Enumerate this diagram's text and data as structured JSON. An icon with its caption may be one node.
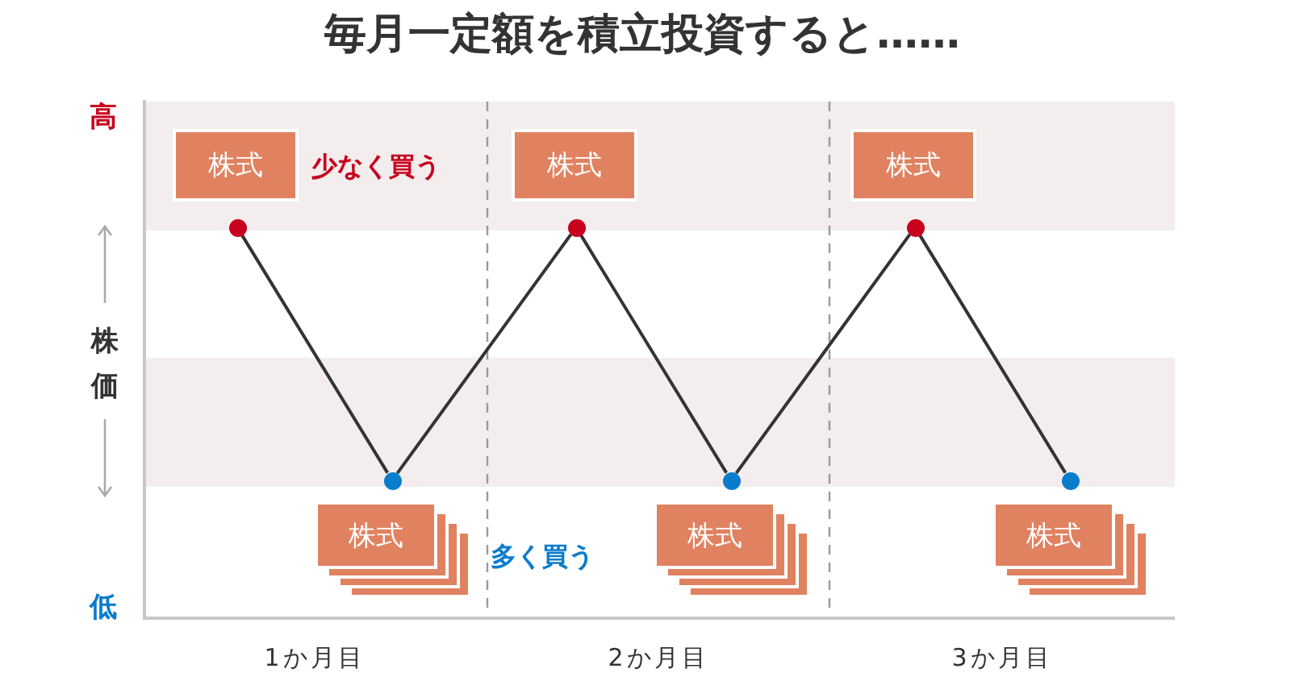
{
  "diagram": {
    "title": "毎月一定額を積立投資すると……",
    "nodes": [
      {
        "text": [
          "株式"
        ]
      },
      {
        "text": [
          "株式"
        ]
      },
      {
        "text": [
          "株式"
        ]
      },
      {
        "text": [],
        "shape": "circle"
      },
      {
        "text": [],
        "shape": "circle"
      },
      {
        "text": [],
        "shape": "circle"
      },
      {
        "text": [],
        "shape": "circle"
      },
      {
        "text": [],
        "shape": "circle"
      },
      {
        "text": [],
        "shape": "circle"
      },
      {
        "text": [
          "株式"
        ]
      },
      {
        "text": [
          "株式"
        ]
      },
      {
        "text": [
          "株式"
        ]
      }
    ],
    "edges": [
      {
        "from": 3,
        "to": 4,
        "arrow": "none"
      },
      {
        "from": 4,
        "to": 5,
        "arrow": "none"
      },
      {
        "from": 5,
        "to": 6,
        "arrow": "none"
      },
      {
        "from": 6,
        "to": 7,
        "arrow": "none"
      },
      {
        "from": 7,
        "to": 8,
        "arrow": "none"
      }
    ],
    "labels": [
      "高",
      "少なく買う",
      "株価",
      "多く買う",
      "低",
      "1か月目",
      "2か月目",
      "3か月目"
    ]
  }
}
